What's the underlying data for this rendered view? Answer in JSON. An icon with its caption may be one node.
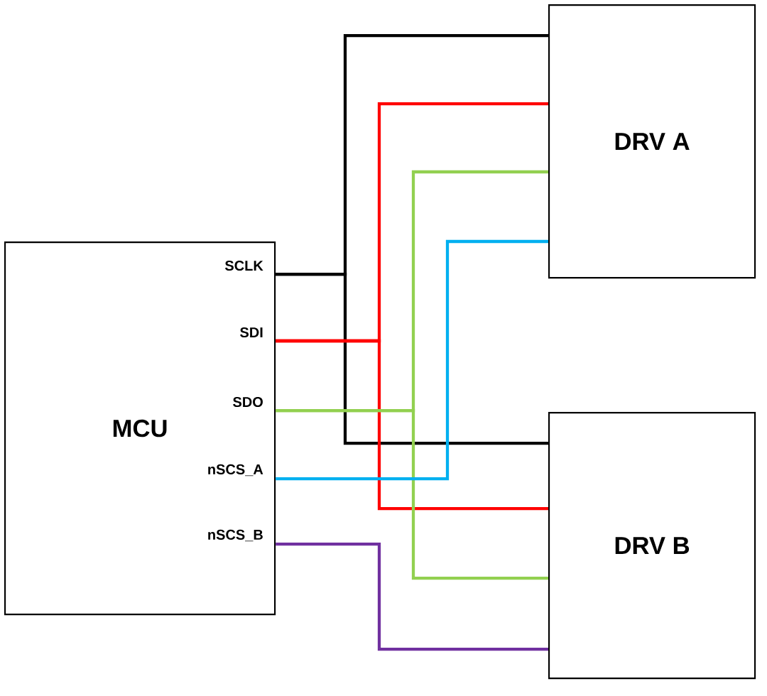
{
  "diagram": {
    "nodes": [
      {
        "text": [
          "MCU",
          "SCLK",
          "SDI",
          "SDO",
          "nSCS_A",
          "nSCS_B"
        ]
      },
      {
        "text": [
          "DRV A"
        ]
      },
      {
        "text": [
          "DRV B"
        ]
      }
    ],
    "edges": [
      {
        "from": 0,
        "to": 1,
        "arrow": "none",
        "color": "#000000"
      },
      {
        "from": 0,
        "to": 2,
        "arrow": "none",
        "color": "#000000"
      },
      {
        "from": 0,
        "to": 1,
        "arrow": "none",
        "color": "#ff0000"
      },
      {
        "from": 0,
        "to": 2,
        "arrow": "none",
        "color": "#ff0000"
      },
      {
        "from": 0,
        "to": 1,
        "arrow": "none",
        "color": "#92d050"
      },
      {
        "from": 0,
        "to": 2,
        "arrow": "none",
        "color": "#92d050"
      },
      {
        "from": 0,
        "to": 1,
        "arrow": "none",
        "color": "#00b0f0"
      },
      {
        "from": 0,
        "to": 2,
        "arrow": "none",
        "color": "#7030a0"
      }
    ]
  }
}
